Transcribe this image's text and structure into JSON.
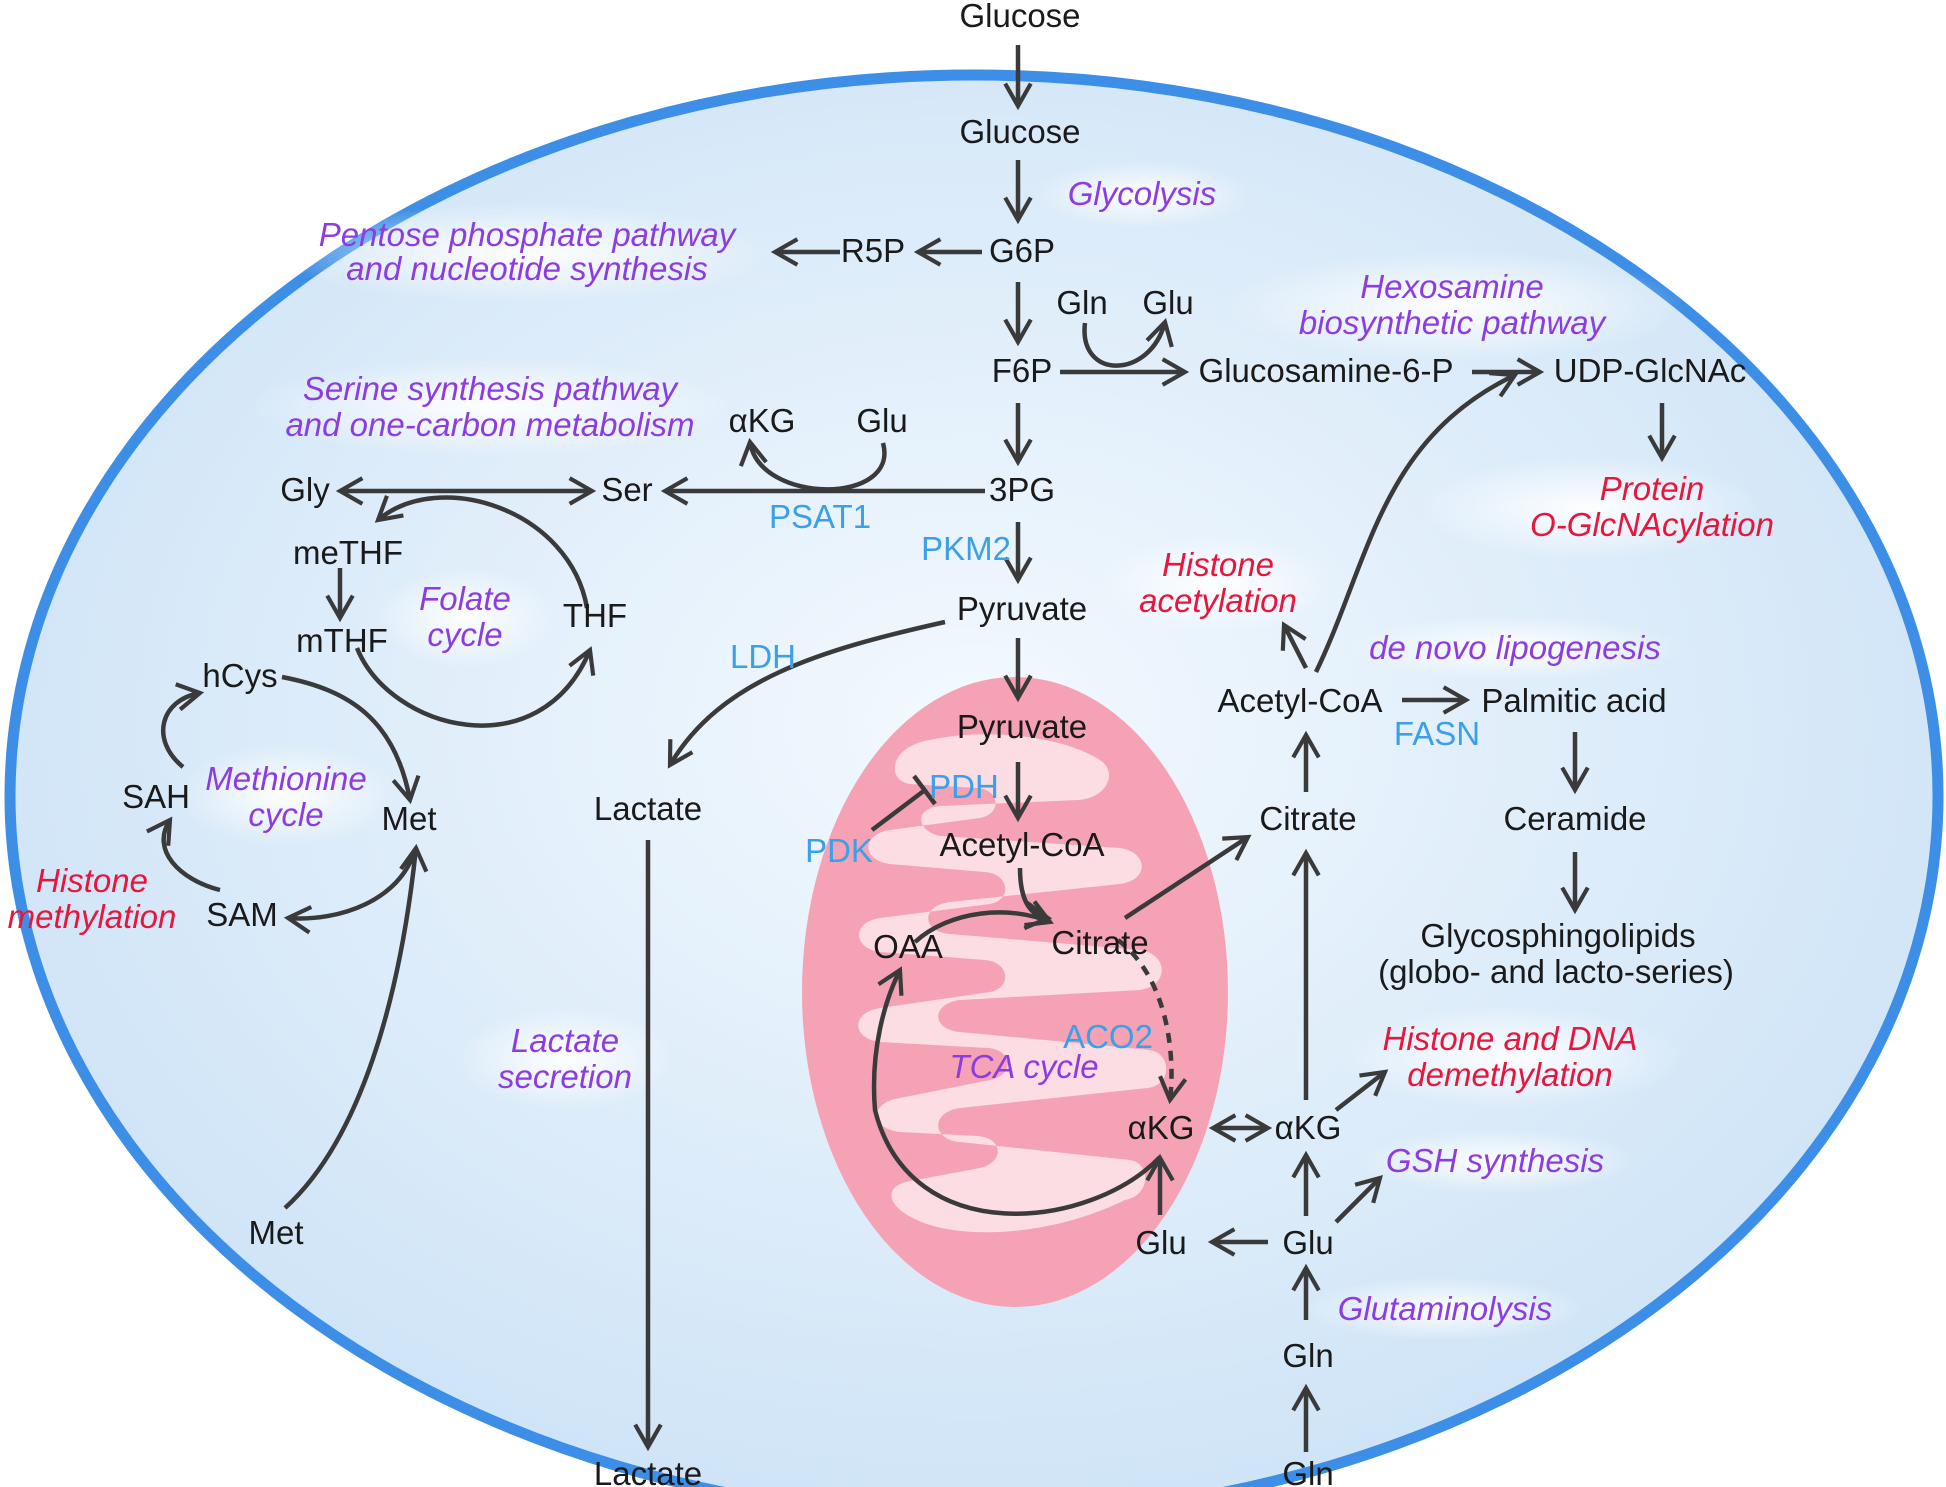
{
  "metabolites": {
    "glucose_ext": "Glucose",
    "glucose": "Glucose",
    "g6p": "G6P",
    "r5p": "R5P",
    "f6p": "F6P",
    "gln_hbp": "Gln",
    "glu_hbp": "Glu",
    "glucosamine6p": "Glucosamine-6-P",
    "udp_glcnac": "UDP-GlcNAc",
    "akg_ser": "αKG",
    "glu_ser": "Glu",
    "three_pg": "3PG",
    "ser": "Ser",
    "gly": "Gly",
    "methf": "meTHF",
    "mthf": "mTHF",
    "thf": "THF",
    "hcys": "hCys",
    "sah": "SAH",
    "sam": "SAM",
    "met": "Met",
    "met_ext": "Met",
    "pyruvate": "Pyruvate",
    "lactate": "Lactate",
    "lactate_ext": "Lactate",
    "pyruvate_mito": "Pyruvate",
    "acetylcoa_mito": "Acetyl-CoA",
    "oaa": "OAA",
    "citrate_mito": "Citrate",
    "akg_mito": "αKG",
    "glu_mito": "Glu",
    "citrate": "Citrate",
    "acetylcoa": "Acetyl-CoA",
    "palmitic": "Palmitic acid",
    "ceramide": "Ceramide",
    "gsl_1": "Glycosphingolipids",
    "gsl_2": "(globo- and lacto-series)",
    "akg": "αKG",
    "glu": "Glu",
    "gln": "Gln",
    "gln_ext": "Gln"
  },
  "enzymes": {
    "psat1": "PSAT1",
    "pkm2": "PKM2",
    "ldh": "LDH",
    "pdh": "PDH",
    "pdk": "PDK",
    "fasn": "FASN",
    "aco2": "ACO2"
  },
  "pathways": {
    "glycolysis": "Glycolysis",
    "ppp_1": "Pentose phosphate pathway",
    "ppp_2": "and nucleotide synthesis",
    "hbp_1": "Hexosamine",
    "hbp_2": "biosynthetic pathway",
    "serine_1": "Serine synthesis pathway",
    "serine_2": "and one-carbon metabolism",
    "folate_1": "Folate",
    "folate_2": "cycle",
    "methionine_1": "Methionine",
    "methionine_2": "cycle",
    "lactate_1": "Lactate",
    "lactate_2": "secretion",
    "tca": "TCA cycle",
    "lipogenesis": "de novo lipogenesis",
    "gsh": "GSH synthesis",
    "glutaminolysis": "Glutaminolysis"
  },
  "epigenetic": {
    "o_glcnac_1": "Protein",
    "o_glcnac_2": "O-GlcNAcylation",
    "histone_acetylation_1": "Histone",
    "histone_acetylation_2": "acetylation",
    "histone_methylation_1": "Histone",
    "histone_methylation_2": "methylation",
    "demethylation_1": "Histone and DNA",
    "demethylation_2": "demethylation"
  },
  "colors": {
    "membrane": "#3d8ee6",
    "cytoplasm": "#dcecfa",
    "mito_outer": "#f5a3b4",
    "mito_inner": "#fcdde3",
    "metabolite_text": "#1a1a1a",
    "enzyme_text": "#3aa0e8",
    "pathway_text": "#8c3ce0",
    "epigenetic_text": "#e8153c",
    "arrow": "#3a3a3a"
  }
}
